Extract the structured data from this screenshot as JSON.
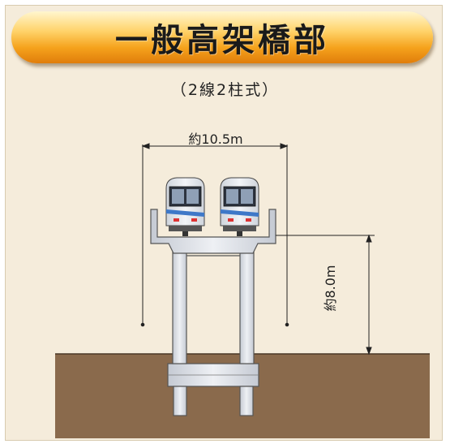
{
  "header": {
    "title": "一般高架橋部"
  },
  "subtitle": "（2線2柱式）",
  "dimensions": {
    "width_label": "約10.5m",
    "height_label": "約8.0m"
  },
  "colors": {
    "background": "#f5ecdb",
    "banner_accent": "#f5a21c",
    "ground": "#8a6a4c",
    "pier": "#e4e7ec",
    "train_body": "#e8ebf0",
    "train_stripe": "#3e78c8",
    "dimension_line": "#222222"
  }
}
